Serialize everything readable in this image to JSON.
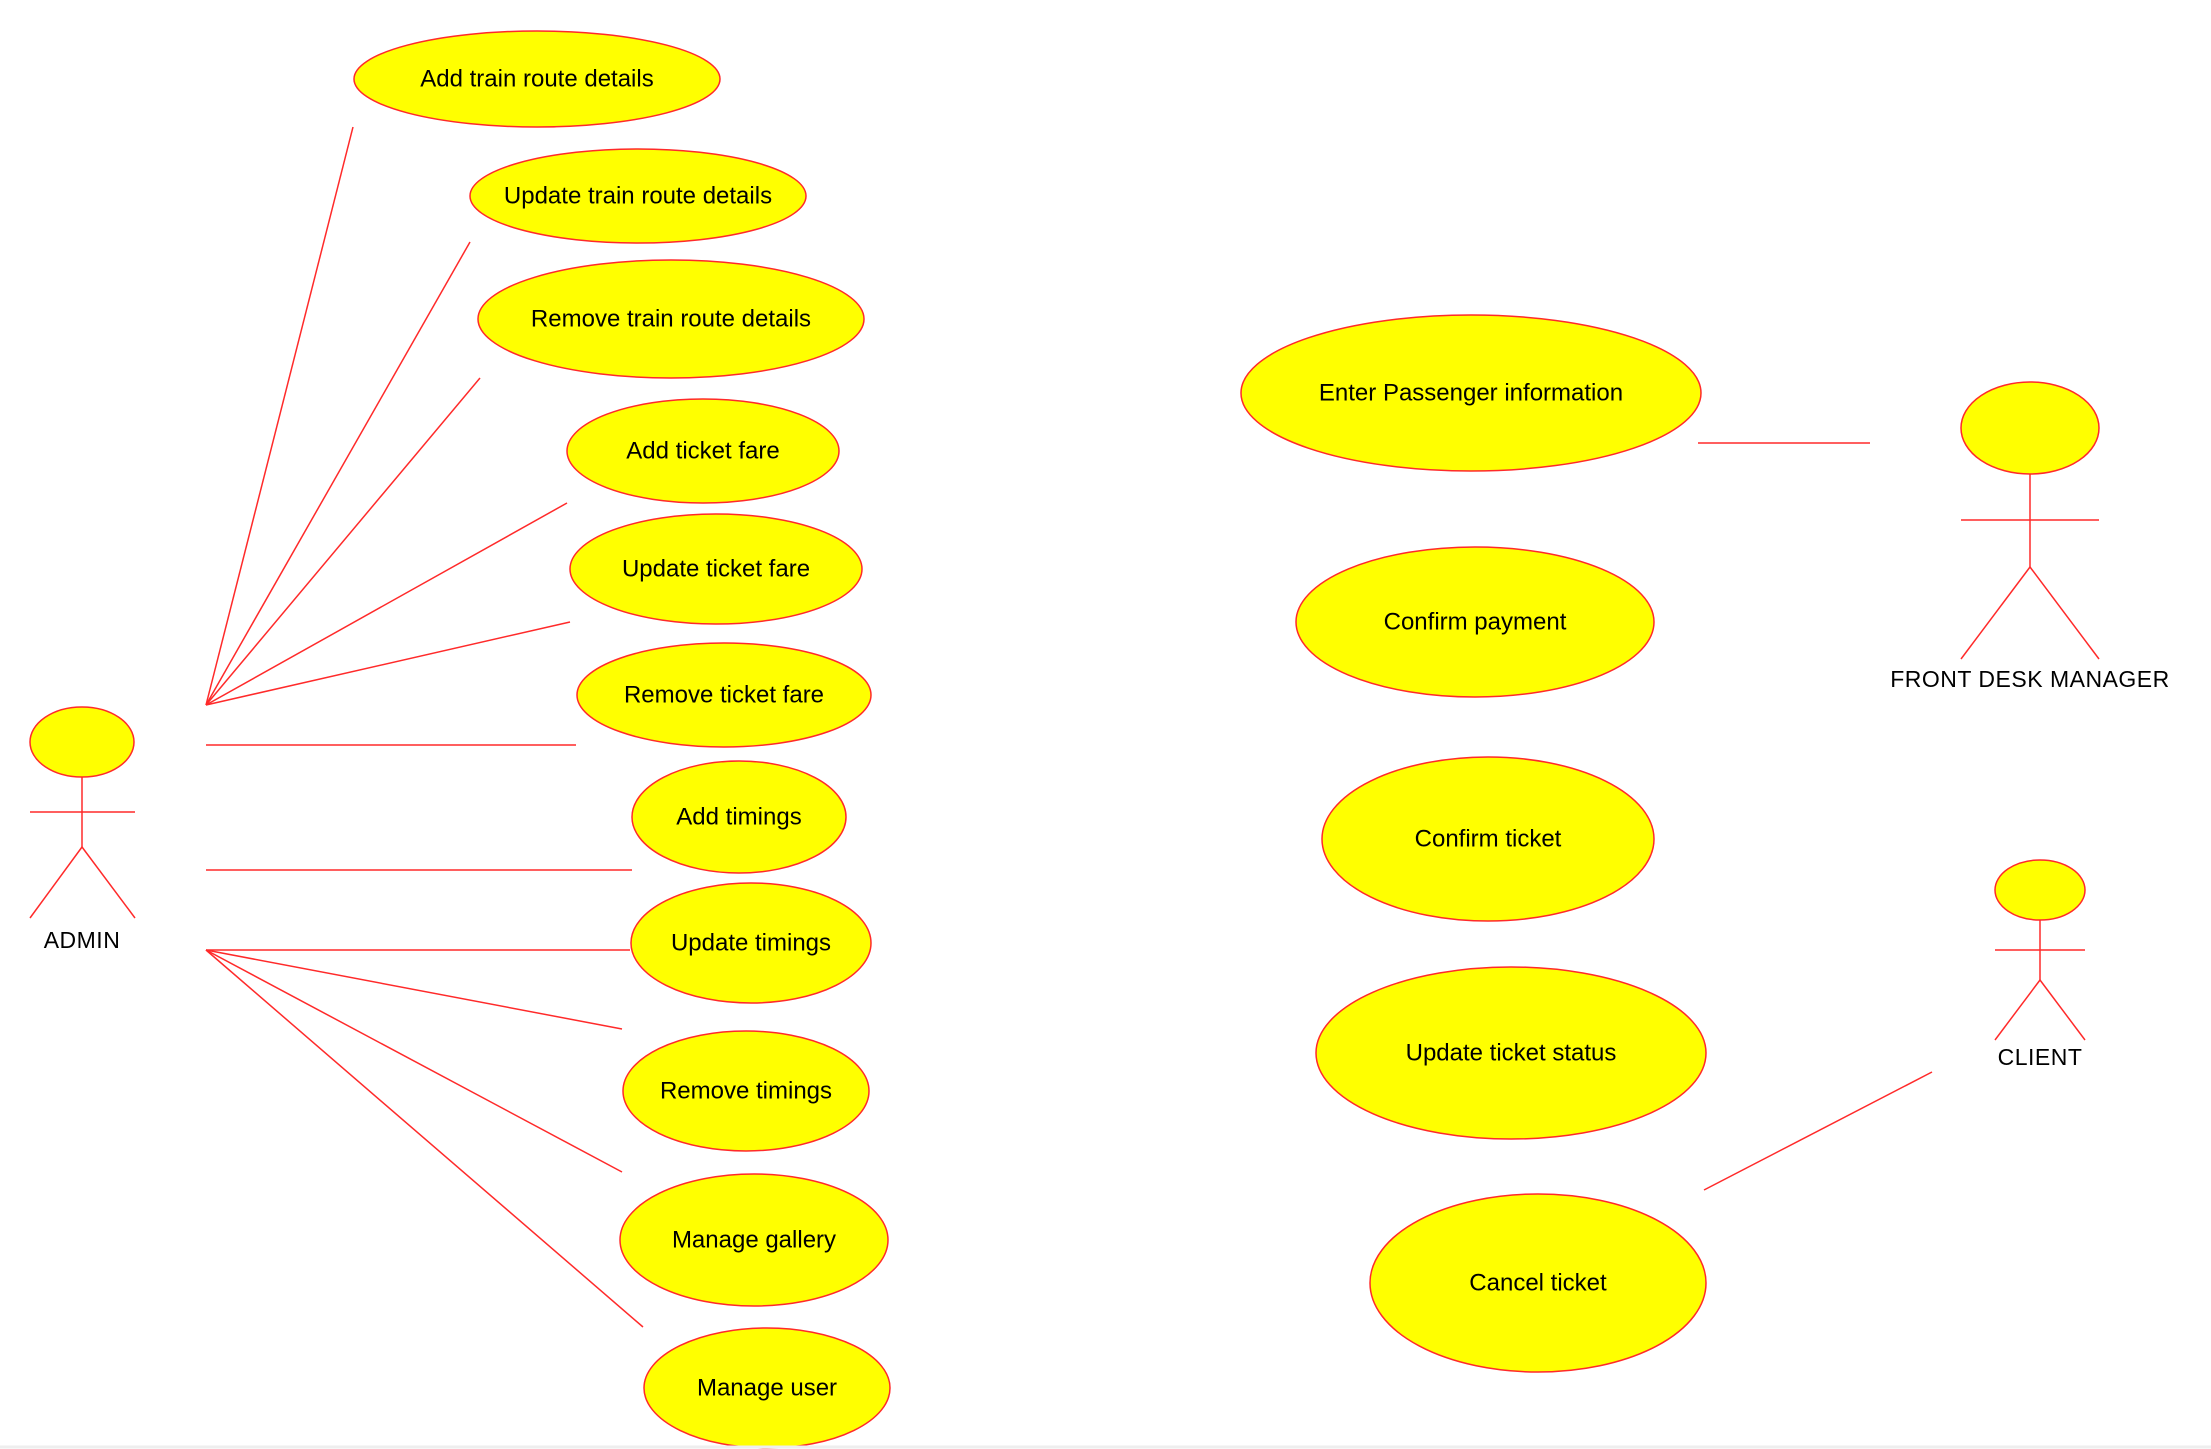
{
  "colors": {
    "background": "#ffffff",
    "stroke": "#ff2a2a",
    "fill": "#ffff00",
    "text": "#000000"
  },
  "actors": {
    "admin": {
      "label": "ADMIN"
    },
    "front_desk_manager": {
      "label": "FRONT DESK MANAGER"
    },
    "client": {
      "label": "CLIENT"
    }
  },
  "use_cases": {
    "add_train_route_details": "Add train route details",
    "update_train_route_details": "Update train route details",
    "remove_train_route_details": "Remove train route details",
    "add_ticket_fare": "Add ticket fare",
    "update_ticket_fare": "Update ticket fare",
    "remove_ticket_fare": "Remove ticket fare",
    "add_timings": "Add timings",
    "update_timings": "Update timings",
    "remove_timings": "Remove timings",
    "manage_gallery": "Manage gallery",
    "manage_user": "Manage user",
    "enter_passenger_information": "Enter Passenger information",
    "confirm_payment": "Confirm payment",
    "confirm_ticket": "Confirm ticket",
    "update_ticket_status": "Update ticket status",
    "cancel_ticket": "Cancel ticket"
  }
}
